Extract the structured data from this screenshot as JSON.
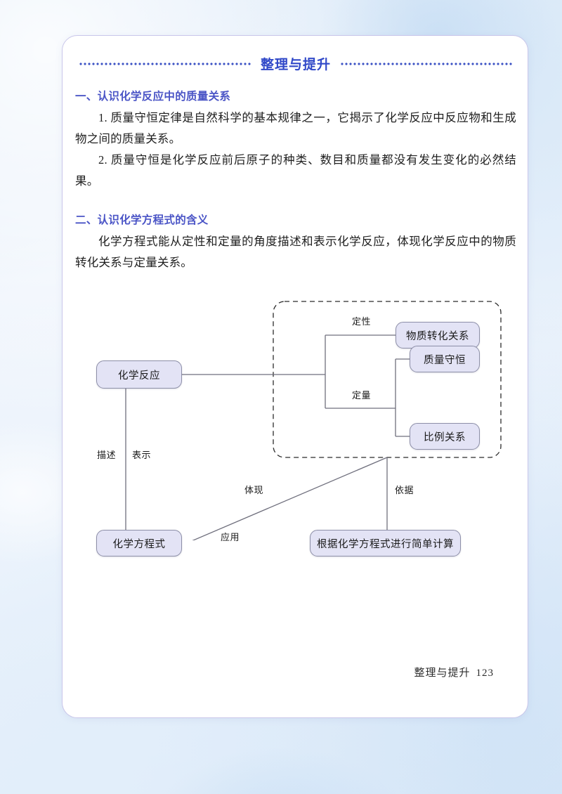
{
  "header": {
    "title": "整理与提升",
    "rule": "dotted-rule"
  },
  "sections": [
    {
      "heading": "一、认识化学反应中的质量关系",
      "paragraphs": [
        "1. 质量守恒定律是自然科学的基本规律之一，它揭示了化学反应中反应物和生成物之间的质量关系。",
        "2. 质量守恒是化学反应前后原子的种类、数目和质量都没有发生变化的必然结果。"
      ]
    },
    {
      "heading": "二、认识化学方程式的含义",
      "paragraphs": [
        "化学方程式能从定性和定量的角度描述和表示化学反应，体现化学反应中的物质转化关系与定量关系。"
      ]
    }
  ],
  "diagram": {
    "nodes": {
      "chemical_reaction": "化学反应",
      "substance_transformation": "物质转化关系",
      "mass_conservation": "质量守恒",
      "proportional_relation": "比例关系",
      "chemical_equation": "化学方程式",
      "simple_calculation": "根据化学方程式进行简单计算"
    },
    "edge_labels": {
      "qualitative": "定性",
      "quantitative": "定量",
      "describe": "描述",
      "represent": "表示",
      "embody": "体现",
      "apply": "应用",
      "basis": "依据"
    },
    "colors": {
      "node_fill": "#e3e3f5",
      "node_border": "#8d8fa8",
      "connector": "#6f6f7d",
      "dashed_group": "#2b2b2b"
    }
  },
  "footer": {
    "label": "整理与提升",
    "page_number": "123"
  },
  "theme": {
    "title_color": "#3048c8",
    "heading_color": "#4a54c6",
    "card_border": "#c9c6ea",
    "page_bg": "#eaf2fb"
  }
}
